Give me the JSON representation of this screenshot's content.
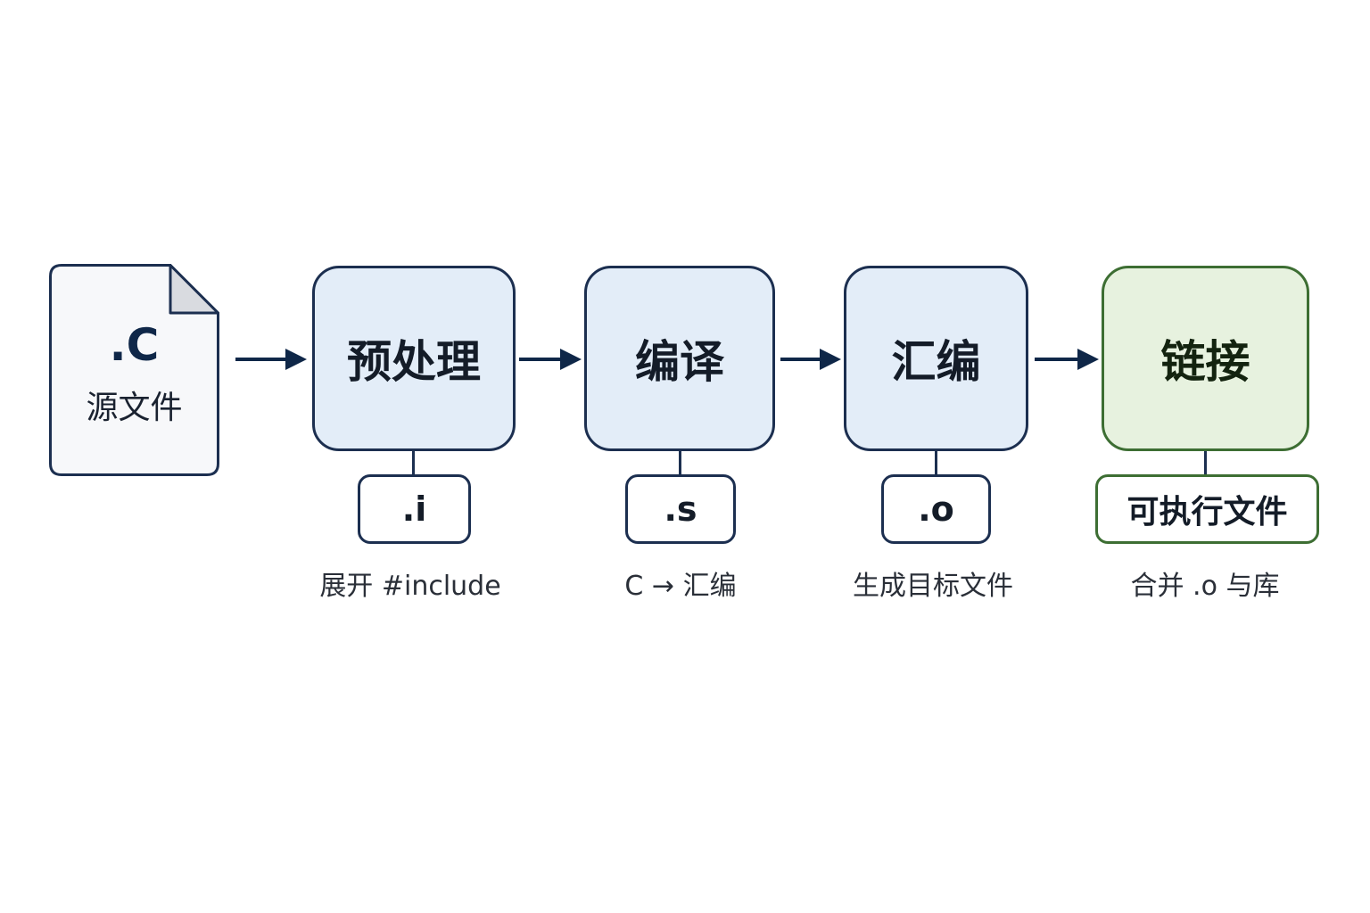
{
  "source": {
    "extension": ".C",
    "label": "源文件"
  },
  "stages": [
    {
      "name": "预处理",
      "output": ".i",
      "description": "展开 #include"
    },
    {
      "name": "编译",
      "output": ".s",
      "description": "C → 汇编"
    },
    {
      "name": "汇编",
      "output": ".o",
      "description": "生成目标文件"
    },
    {
      "name": "链接",
      "output": "可执行文件",
      "description": "合并 .o 与库"
    }
  ],
  "colors": {
    "stroke": "#1c2f50",
    "stage_fill": "#e3edf8",
    "final_stroke": "#3d6e33",
    "final_fill": "#e7f2df",
    "arrow": "#0f2748"
  }
}
